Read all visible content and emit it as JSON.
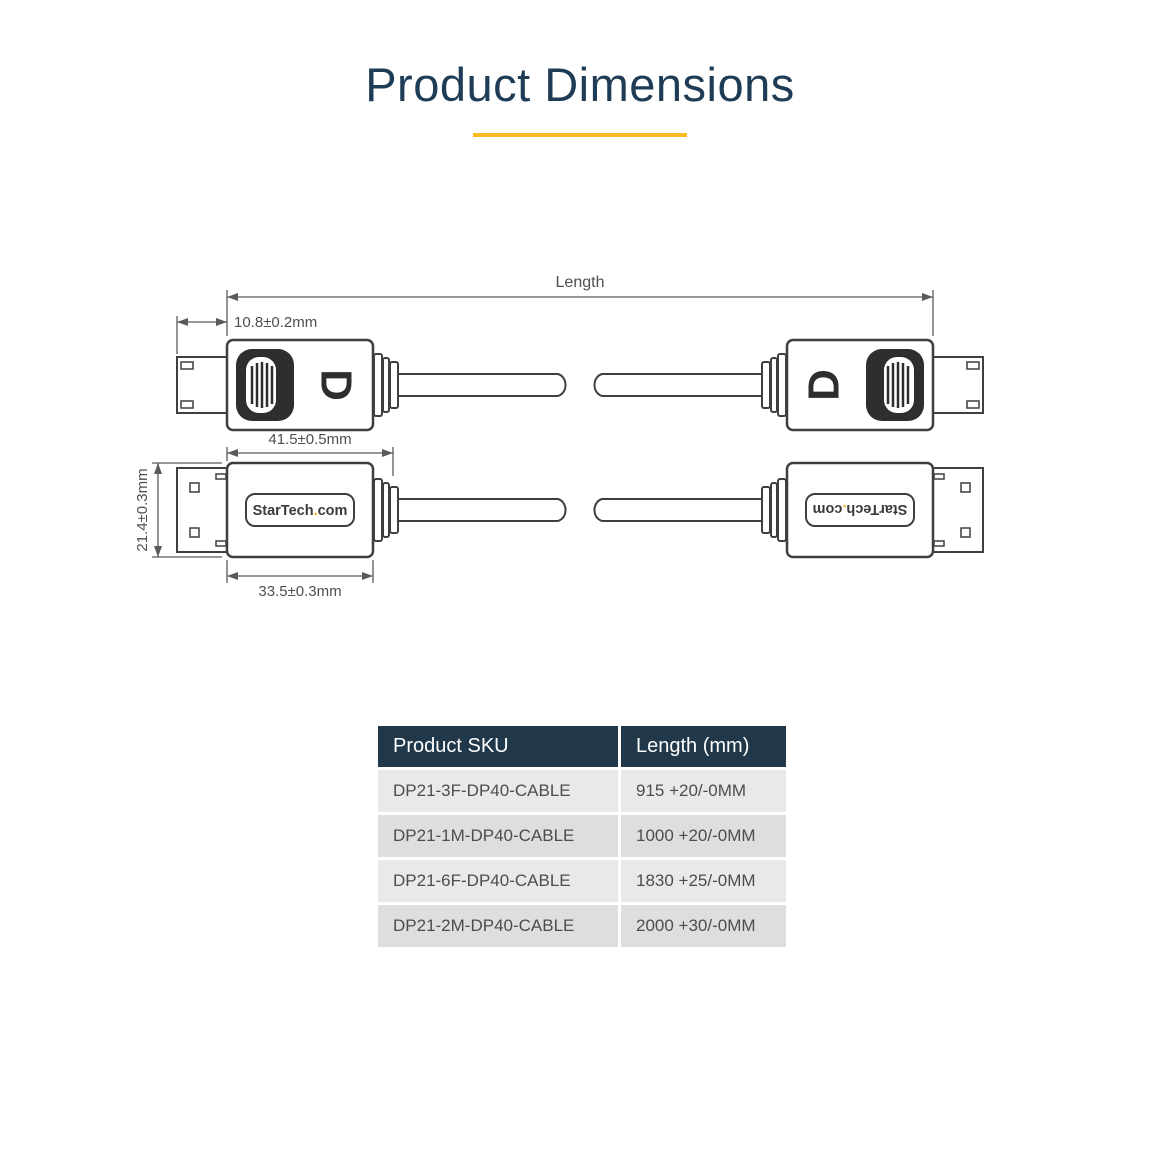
{
  "page": {
    "title": "Product Dimensions",
    "accent_color": "#fdb924",
    "title_color": "#1e3c55",
    "table_header_color": "#20384a"
  },
  "diagram": {
    "labels": {
      "length": "Length",
      "plug_width": "10.8±0.2mm",
      "body_length": "41.5±0.5mm",
      "height": "21.4±0.3mm",
      "body_width": "33.5±0.3mm"
    },
    "brand": {
      "part1": "StarTech",
      "dot": ".",
      "part2": "com",
      "dot_color": "#f5a800"
    },
    "dp_logo": "D"
  },
  "table": {
    "headers": {
      "sku": "Product SKU",
      "length": "Length (mm)"
    },
    "rows": [
      {
        "sku": "DP21-3F-DP40-CABLE",
        "length": "915 +20/-0MM"
      },
      {
        "sku": "DP21-1M-DP40-CABLE",
        "length": "1000 +20/-0MM"
      },
      {
        "sku": "DP21-6F-DP40-CABLE",
        "length": "1830 +25/-0MM"
      },
      {
        "sku": "DP21-2M-DP40-CABLE",
        "length": "2000 +30/-0MM"
      }
    ]
  }
}
